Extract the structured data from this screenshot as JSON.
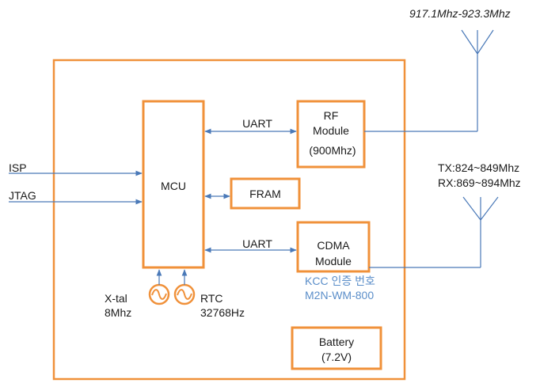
{
  "diagram": {
    "freq_top": "917.1Mhz-923.3Mhz",
    "tx_label": "TX:824~849Mhz",
    "rx_label": "RX:869~894Mhz",
    "isp_label": "ISP",
    "jtag_label": "JTAG",
    "mcu_label": "MCU",
    "uart_label_1": "UART",
    "uart_label_2": "UART",
    "rf_module": {
      "line1": "RF",
      "line2": "Module",
      "line3": "(900Mhz)"
    },
    "fram_label": "FRAM",
    "cdma_module": {
      "line1": "CDMA",
      "line2": "Module"
    },
    "kcc_line1": "KCC 인증 번호",
    "kcc_line2": "M2N-WM-800",
    "xtal": {
      "line1": "X-tal",
      "line2": "8Mhz"
    },
    "rtc": {
      "line1": "RTC",
      "line2": "32768Hz"
    },
    "battery": {
      "line1": "Battery",
      "line2": "(7.2V)"
    }
  },
  "colors": {
    "box_border": "#f0913a",
    "wire": "#4a79b8",
    "kcc_text": "#5b8ec9"
  }
}
